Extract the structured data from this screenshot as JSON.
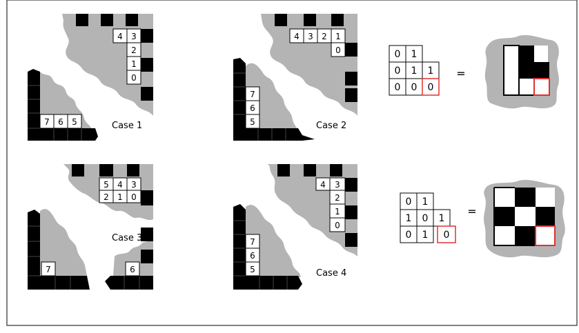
{
  "figure": {
    "cases": [
      {
        "id": "case-1",
        "label": "Case 1",
        "top_labels": [
          "4",
          "3",
          "2",
          "1",
          "0"
        ],
        "bottom_labels": [
          "7",
          "6",
          "5"
        ]
      },
      {
        "id": "case-2",
        "label": "Case 2",
        "top_labels": [
          "4",
          "3",
          "2",
          "1",
          "0"
        ],
        "bottom_labels": [
          "7",
          "6",
          "5"
        ]
      },
      {
        "id": "case-3",
        "label": "Case 3",
        "top_labels": [
          "5",
          "4",
          "3",
          "2",
          "1",
          "0"
        ],
        "bottom_labels": [
          "7",
          "6"
        ]
      },
      {
        "id": "case-4",
        "label": "Case 4",
        "top_labels": [
          "4",
          "3",
          "2",
          "1",
          "0"
        ],
        "bottom_labels": [
          "7",
          "6",
          "5"
        ]
      }
    ],
    "matrices": [
      {
        "id": "matrix-top",
        "rows": [
          [
            "0",
            "1"
          ],
          [
            "0",
            "1",
            "1"
          ],
          [
            "0",
            "0",
            "0"
          ]
        ],
        "equals": "="
      },
      {
        "id": "matrix-bottom",
        "rows": [
          [
            "0",
            "1"
          ],
          [
            "1",
            "0",
            "1"
          ],
          [
            "0",
            "1",
            "0"
          ]
        ],
        "equals": "="
      }
    ],
    "colors": {
      "black": "#000000",
      "gray": "#b4b4b4",
      "highlight": "#e03030",
      "border": "#555555"
    }
  }
}
